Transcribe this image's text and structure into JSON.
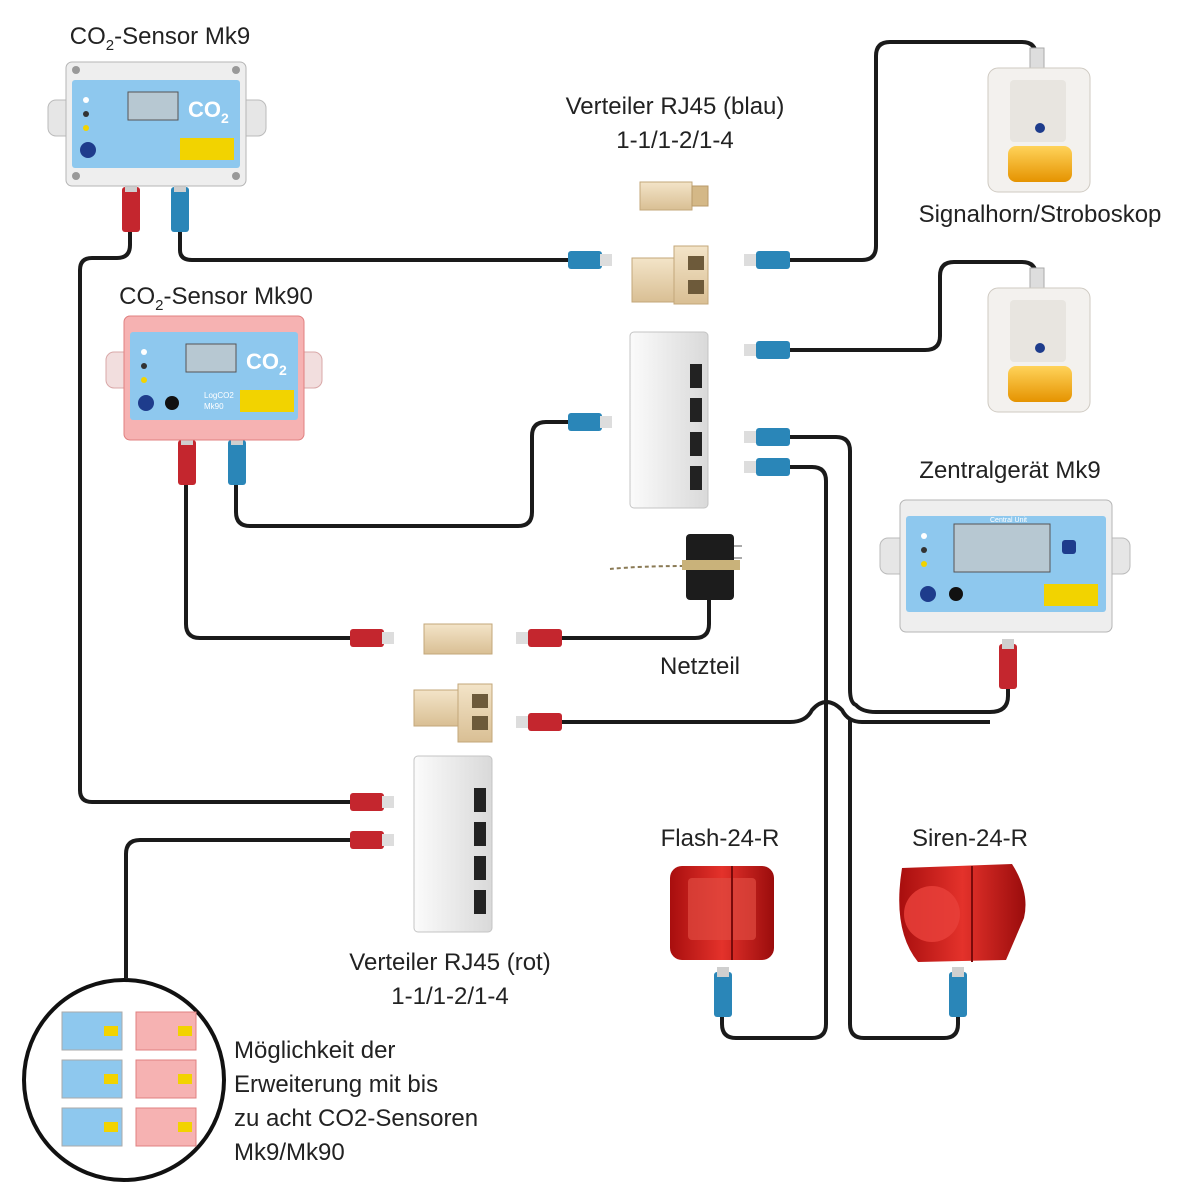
{
  "labels": {
    "co2_mk9_prefix": "CO",
    "co2_mk9_sub": "2",
    "co2_mk9_suffix": "-Sensor Mk9",
    "co2_mk90_prefix": "CO",
    "co2_mk90_sub": "2",
    "co2_mk90_suffix": "-Sensor Mk90",
    "splitter_blue_line1": "Verteiler RJ45 (blau)",
    "splitter_blue_line2": "1-1/1-2/1-4",
    "horn_strobe": "Signalhorn/Stroboskop",
    "central_unit": "Zentralgerät Mk9",
    "power_supply": "Netzteil",
    "flash": "Flash-24-R",
    "siren": "Siren-24-R",
    "splitter_red_line1": "Verteiler RJ45 (rot)",
    "splitter_red_line2": "1-1/1-2/1-4",
    "expansion_line1": "Möglichkeit der",
    "expansion_line2": "Erweiterung mit bis",
    "expansion_line3": "zu acht CO2-Sensoren",
    "expansion_line4": "Mk9/Mk90"
  },
  "device_text": {
    "co2": "CO",
    "co2_sub": "2",
    "mk90_model": "LogCO2",
    "mk90_model_line2": "Mk90",
    "central_title": "Central Unit"
  },
  "colors": {
    "cable": "#1a1a1a",
    "plug_red": "#c4262e",
    "plug_blue": "#2a86b8",
    "sensor_blue": "#8ec8ee",
    "sensor_red": "#f08a8a",
    "beige": "#e9d5b3",
    "alarm_red": "#d8201a",
    "strobe_amber": "#f4a400"
  }
}
